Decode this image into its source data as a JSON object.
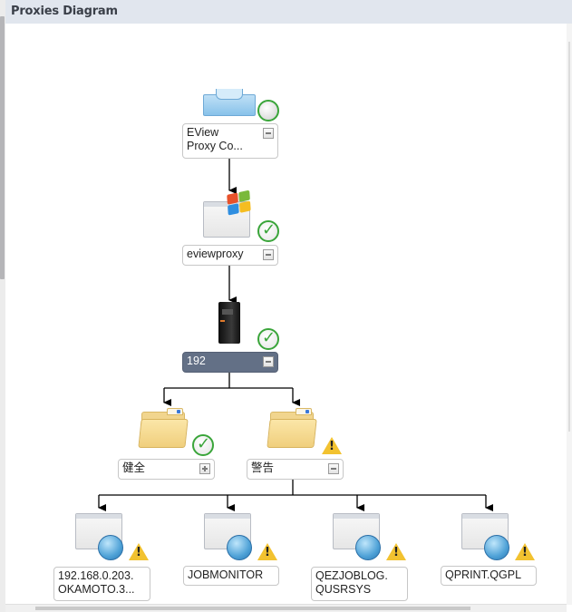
{
  "panel": {
    "title": "Proxies Diagram"
  },
  "colors": {
    "status_ok": "#3aa53a",
    "status_warning": "#f2c230",
    "selected_label_bg": "#637086",
    "titlebar_bg": "#e1e6ee"
  },
  "diagram": {
    "nodes": [
      {
        "id": "proxy-collection",
        "label_lines": [
          "EView",
          "Proxy Co..."
        ],
        "icon": "folder-tray-icon",
        "status": "none",
        "toggle": "collapse",
        "selected": false
      },
      {
        "id": "eviewproxy",
        "label_lines": [
          "eviewproxy"
        ],
        "icon": "windows-window-icon",
        "status": "ok",
        "toggle": "collapse",
        "selected": false
      },
      {
        "id": "server-192",
        "label_lines": [
          "192"
        ],
        "icon": "server-icon",
        "status": "ok",
        "toggle": "collapse",
        "selected": true
      },
      {
        "id": "group-healthy",
        "label_lines": [
          "健全"
        ],
        "icon": "folder-icon",
        "status": "ok",
        "toggle": "expand",
        "selected": false
      },
      {
        "id": "group-warning",
        "label_lines": [
          "警告"
        ],
        "icon": "folder-icon",
        "status": "warning",
        "toggle": "collapse",
        "selected": false
      },
      {
        "id": "queue-1",
        "label_lines": [
          "192.168.0.203.",
          "OKAMOTO.3..."
        ],
        "icon": "window-globe-icon",
        "status": "warning",
        "toggle": null,
        "selected": false
      },
      {
        "id": "queue-2",
        "label_lines": [
          "JOBMONITOR"
        ],
        "icon": "window-globe-icon",
        "status": "warning",
        "toggle": null,
        "selected": false
      },
      {
        "id": "queue-3",
        "label_lines": [
          "QEZJOBLOG.",
          "QUSRSYS"
        ],
        "icon": "window-globe-icon",
        "status": "warning",
        "toggle": null,
        "selected": false
      },
      {
        "id": "queue-4",
        "label_lines": [
          "QPRINT.QGPL"
        ],
        "icon": "window-globe-icon",
        "status": "warning",
        "toggle": null,
        "selected": false
      }
    ],
    "edges": [
      [
        "proxy-collection",
        "eviewproxy"
      ],
      [
        "eviewproxy",
        "server-192"
      ],
      [
        "server-192",
        "group-healthy"
      ],
      [
        "server-192",
        "group-warning"
      ],
      [
        "group-warning",
        "queue-1"
      ],
      [
        "group-warning",
        "queue-2"
      ],
      [
        "group-warning",
        "queue-3"
      ],
      [
        "group-warning",
        "queue-4"
      ]
    ]
  }
}
